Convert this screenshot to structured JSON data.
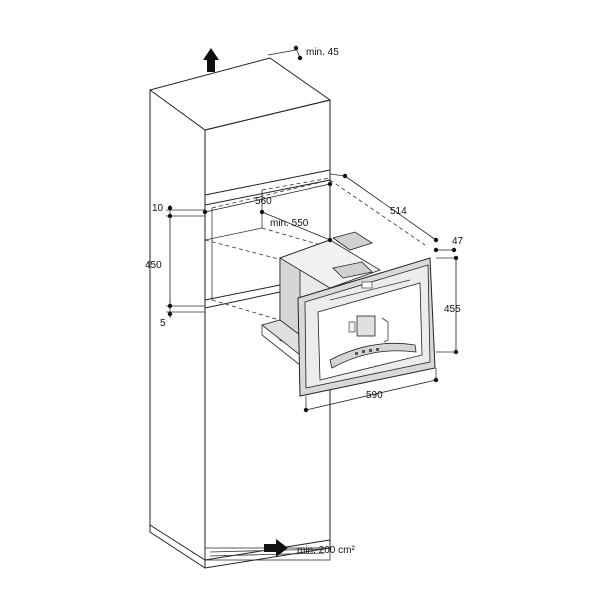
{
  "labels": {
    "top_clearance": "min. 45",
    "niche_width_upper": "560",
    "niche_width_min": "min. 550",
    "niche_depth": "514",
    "top_gap": "10",
    "niche_height": "450",
    "bottom_gap": "5",
    "appliance_depth_front": "47",
    "appliance_height": "455",
    "appliance_width": "590",
    "vent_opening": "min. 200 cm²"
  },
  "colors": {
    "line": "#222222",
    "appliance_panel": "#d8d8d8",
    "appliance_dark": "#bdbdbd",
    "arrow": "#111111"
  },
  "icons": {
    "airflow_out": "arrow-up-icon",
    "airflow_in": "arrow-right-icon"
  }
}
